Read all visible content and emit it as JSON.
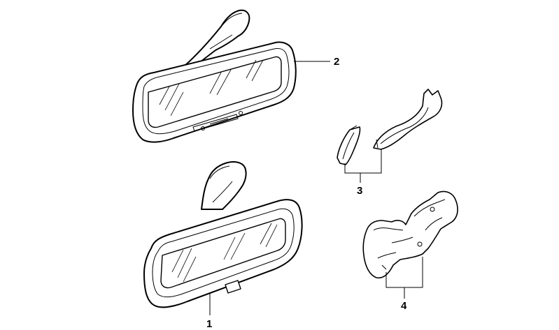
{
  "callouts": [
    {
      "id": "1",
      "text": "1"
    },
    {
      "id": "2",
      "text": "2"
    },
    {
      "id": "3",
      "text": "3"
    },
    {
      "id": "4",
      "text": "4"
    }
  ],
  "parts": [
    {
      "callout": "1",
      "name": "interior-mirror",
      "icon": "rear-view-mirror-icon"
    },
    {
      "callout": "2",
      "name": "interior-mirror-variant",
      "icon": "rear-view-mirror-icon"
    },
    {
      "callout": "3",
      "name": "cover-trim-pieces",
      "icon": "trim-cover-icon"
    },
    {
      "callout": "4",
      "name": "mirror-base-cover",
      "icon": "mount-cover-icon"
    }
  ]
}
